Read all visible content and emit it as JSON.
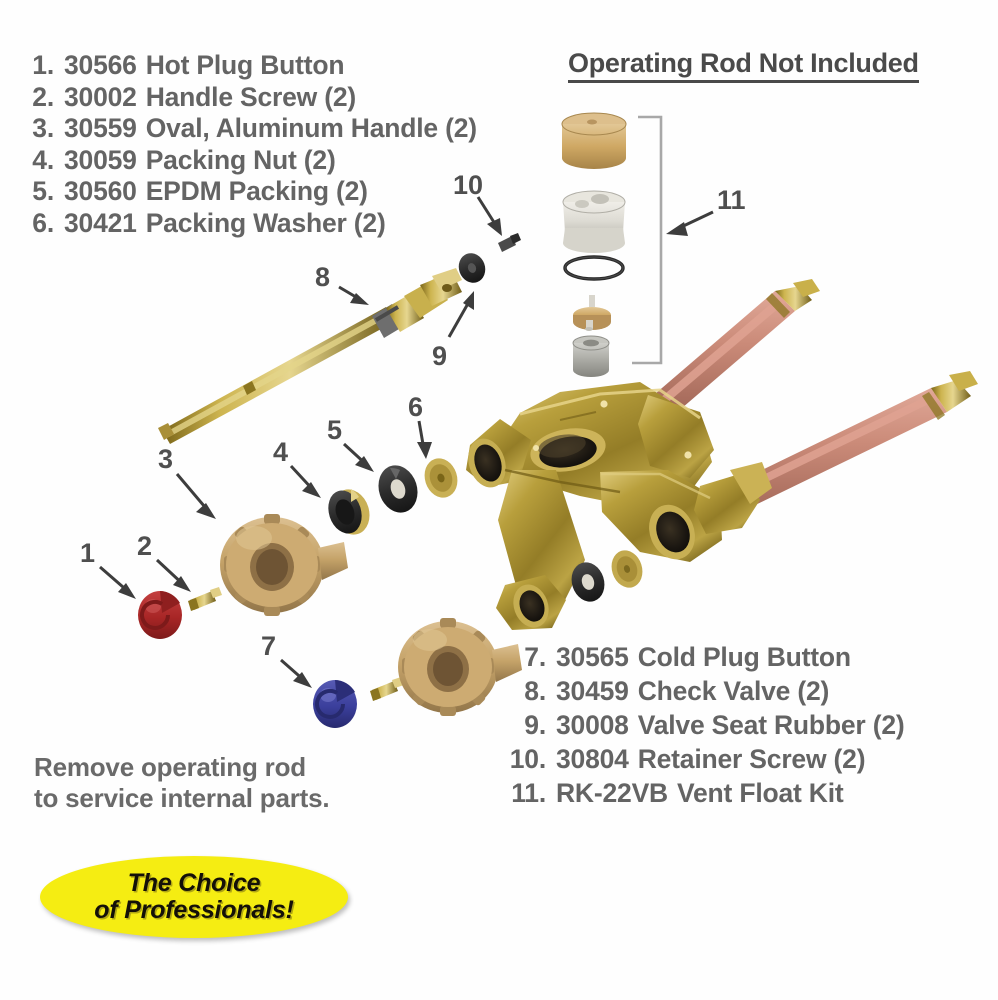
{
  "header": {
    "note": "Operating Rod Not Included"
  },
  "parts_left": [
    {
      "num": "1.",
      "code": "30566",
      "desc": "Hot Plug Button"
    },
    {
      "num": "2.",
      "code": "30002",
      "desc": "Handle Screw (2)"
    },
    {
      "num": "3.",
      "code": "30559",
      "desc": "Oval, Aluminum Handle (2)"
    },
    {
      "num": "4.",
      "code": "30059",
      "desc": "Packing Nut (2)"
    },
    {
      "num": "5.",
      "code": "30560",
      "desc": "EPDM Packing (2)"
    },
    {
      "num": "6.",
      "code": "30421",
      "desc": "Packing  Washer (2)"
    }
  ],
  "parts_right": [
    {
      "num": "7.",
      "code": "30565",
      "desc": "Cold Plug Button"
    },
    {
      "num": "8.",
      "code": "30459",
      "desc": "Check Valve (2)"
    },
    {
      "num": "9.",
      "code": "30008",
      "desc": "Valve Seat Rubber (2)"
    },
    {
      "num": "10.",
      "code": "30804",
      "desc": "Retainer Screw (2)"
    },
    {
      "num": "11.",
      "code": "RK-22VB",
      "desc": "Vent Float Kit"
    }
  ],
  "service_note": {
    "line1": "Remove operating rod",
    "line2": "to service internal parts."
  },
  "badge": {
    "line1": "The Choice",
    "line2": "of Professionals!",
    "color": "#f5ed12"
  },
  "callouts": [
    {
      "id": "1",
      "label": "1"
    },
    {
      "id": "2",
      "label": "2"
    },
    {
      "id": "3",
      "label": "3"
    },
    {
      "id": "4",
      "label": "4"
    },
    {
      "id": "5",
      "label": "5"
    },
    {
      "id": "6",
      "label": "6"
    },
    {
      "id": "7",
      "label": "7"
    },
    {
      "id": "8",
      "label": "8"
    },
    {
      "id": "9",
      "label": "9"
    },
    {
      "id": "10",
      "label": "10"
    },
    {
      "id": "11",
      "label": "11"
    }
  ],
  "colors": {
    "background": "#fefefe",
    "brass": "#b69a2e",
    "brass_light": "#d9c26a",
    "brass_dark": "#7a6518",
    "handle_tan": "#c8a66f",
    "handle_tan_dark": "#9a7c4a",
    "copper_pipe": "#c98878",
    "hot_button_red": "#b02a2a",
    "cold_button_blue": "#3b3f9c",
    "packing_black": "#2b2b2b",
    "float_white": "#dcdad2",
    "float_gray": "#a9a9a4",
    "text_gray": "#646464"
  }
}
